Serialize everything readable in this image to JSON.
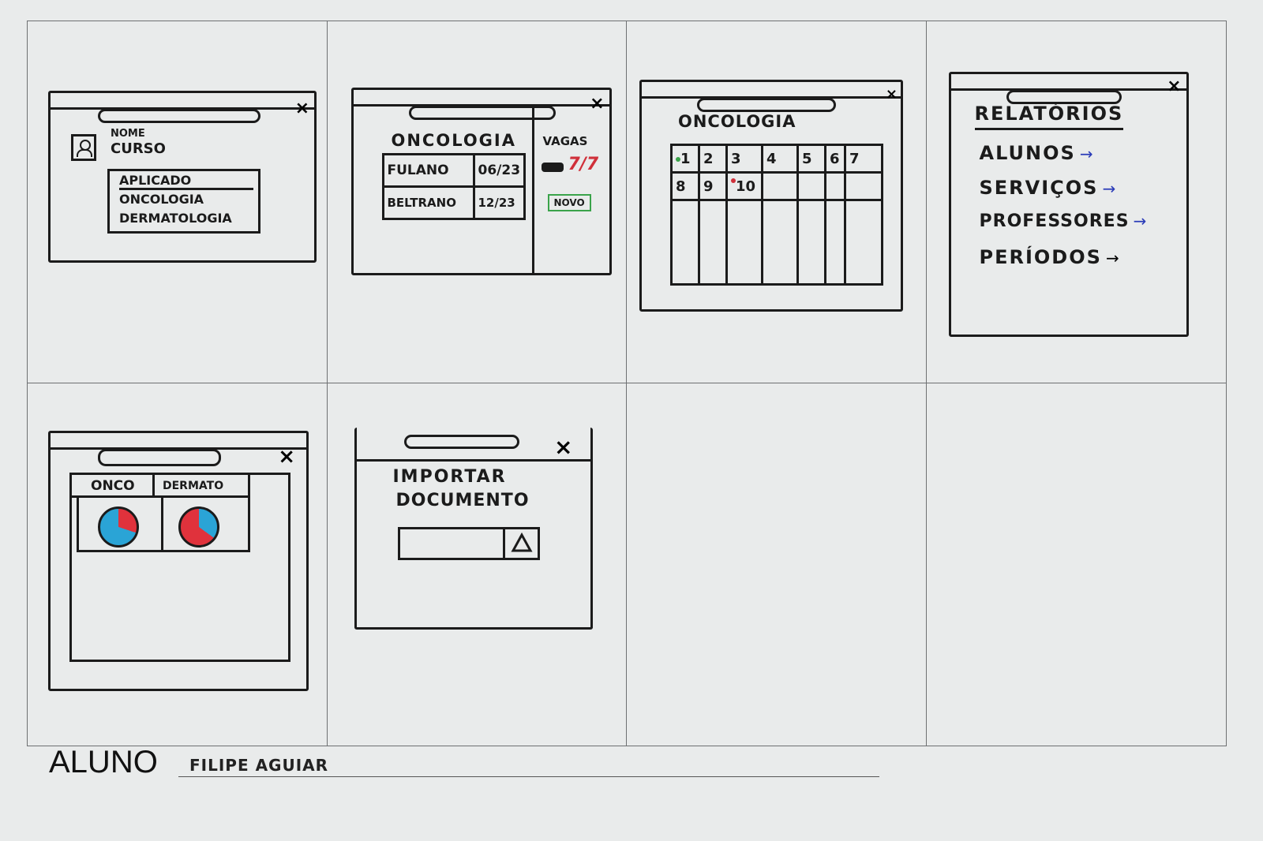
{
  "frame1": {
    "field_labels": [
      "NOME",
      "CURSO"
    ],
    "dropdown": {
      "selected": "APLICADO",
      "options": [
        "ONCOLOGIA",
        "DERMATOLOGIA"
      ]
    }
  },
  "frame2": {
    "title": "ONCOLOGIA",
    "side_header": "VAGAS",
    "rows": [
      {
        "name": "FULANO",
        "date": "06/23"
      },
      {
        "name": "BELTRANO",
        "date": "12/23"
      }
    ],
    "vagas_count": "7/7",
    "new_button": "NOVO"
  },
  "frame3": {
    "title": "ONCOLOGIA",
    "days_row1": [
      "1",
      "2",
      "3",
      "4",
      "5",
      "6",
      "7"
    ],
    "days_row2": [
      "8",
      "9",
      "10"
    ],
    "status_colors": {
      "green": "#3aa34a",
      "red": "#d0303a"
    }
  },
  "frame4": {
    "title": "RELATÓRIOS",
    "items": [
      "ALUNOS",
      "SERVIÇOS",
      "PROFESSORES",
      "PERÍODOS"
    ],
    "arrow": "→"
  },
  "frame5": {
    "tabs": [
      "ONCO",
      "DERMATO"
    ]
  },
  "frame6": {
    "title_line1": "IMPORTAR",
    "title_line2": "DOCUMENTO",
    "upload_icon": "upload-triangle-icon"
  },
  "footer": {
    "label": "ALUNO",
    "name": "FILIPE AGUIAR"
  }
}
